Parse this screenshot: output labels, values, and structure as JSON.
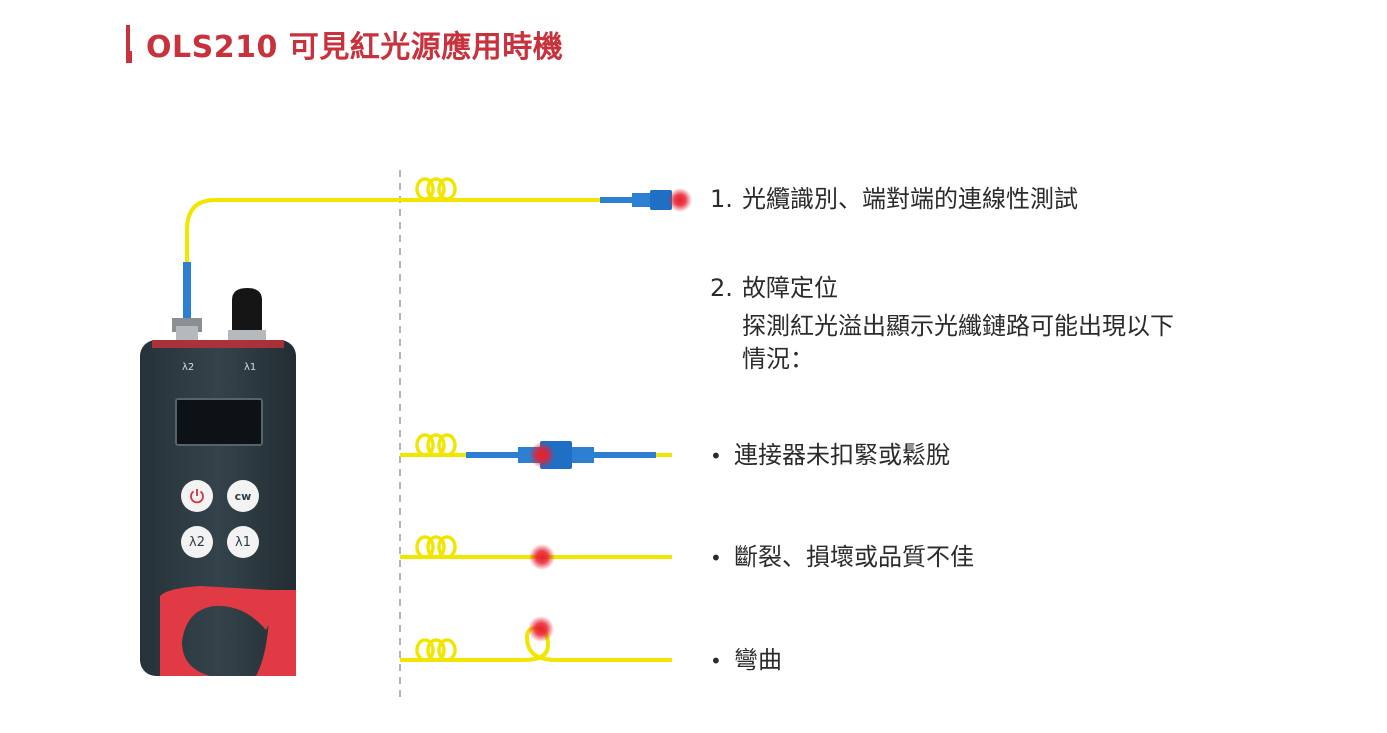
{
  "title": "OLS210 可見紅光源應用時機",
  "device": {
    "port_labels": [
      "λ2",
      "λ1"
    ],
    "buttons": [
      {
        "id": "power",
        "label": "",
        "icon": "power-icon"
      },
      {
        "id": "cw",
        "label": "cw"
      },
      {
        "id": "lambda2",
        "label": "λ2"
      },
      {
        "id": "lambda1",
        "label": "λ1"
      }
    ],
    "colors": {
      "body": "#2f3c43",
      "accent": "#e03a44",
      "fiber": "#f2e600",
      "connector": "#2d7fd2"
    }
  },
  "items": [
    {
      "marker": "1.",
      "text": "光纜識別、端對端的連線性測試"
    },
    {
      "marker": "2.",
      "text": "故障定位",
      "detail": [
        "探測紅光溢出顯示光纖鏈路可能出現以下",
        "情況："
      ]
    },
    {
      "marker": "•",
      "text": "連接器未扣緊或鬆脫"
    },
    {
      "marker": "•",
      "text": "斷裂、損壞或品質不佳"
    },
    {
      "marker": "•",
      "text": "彎曲"
    }
  ]
}
